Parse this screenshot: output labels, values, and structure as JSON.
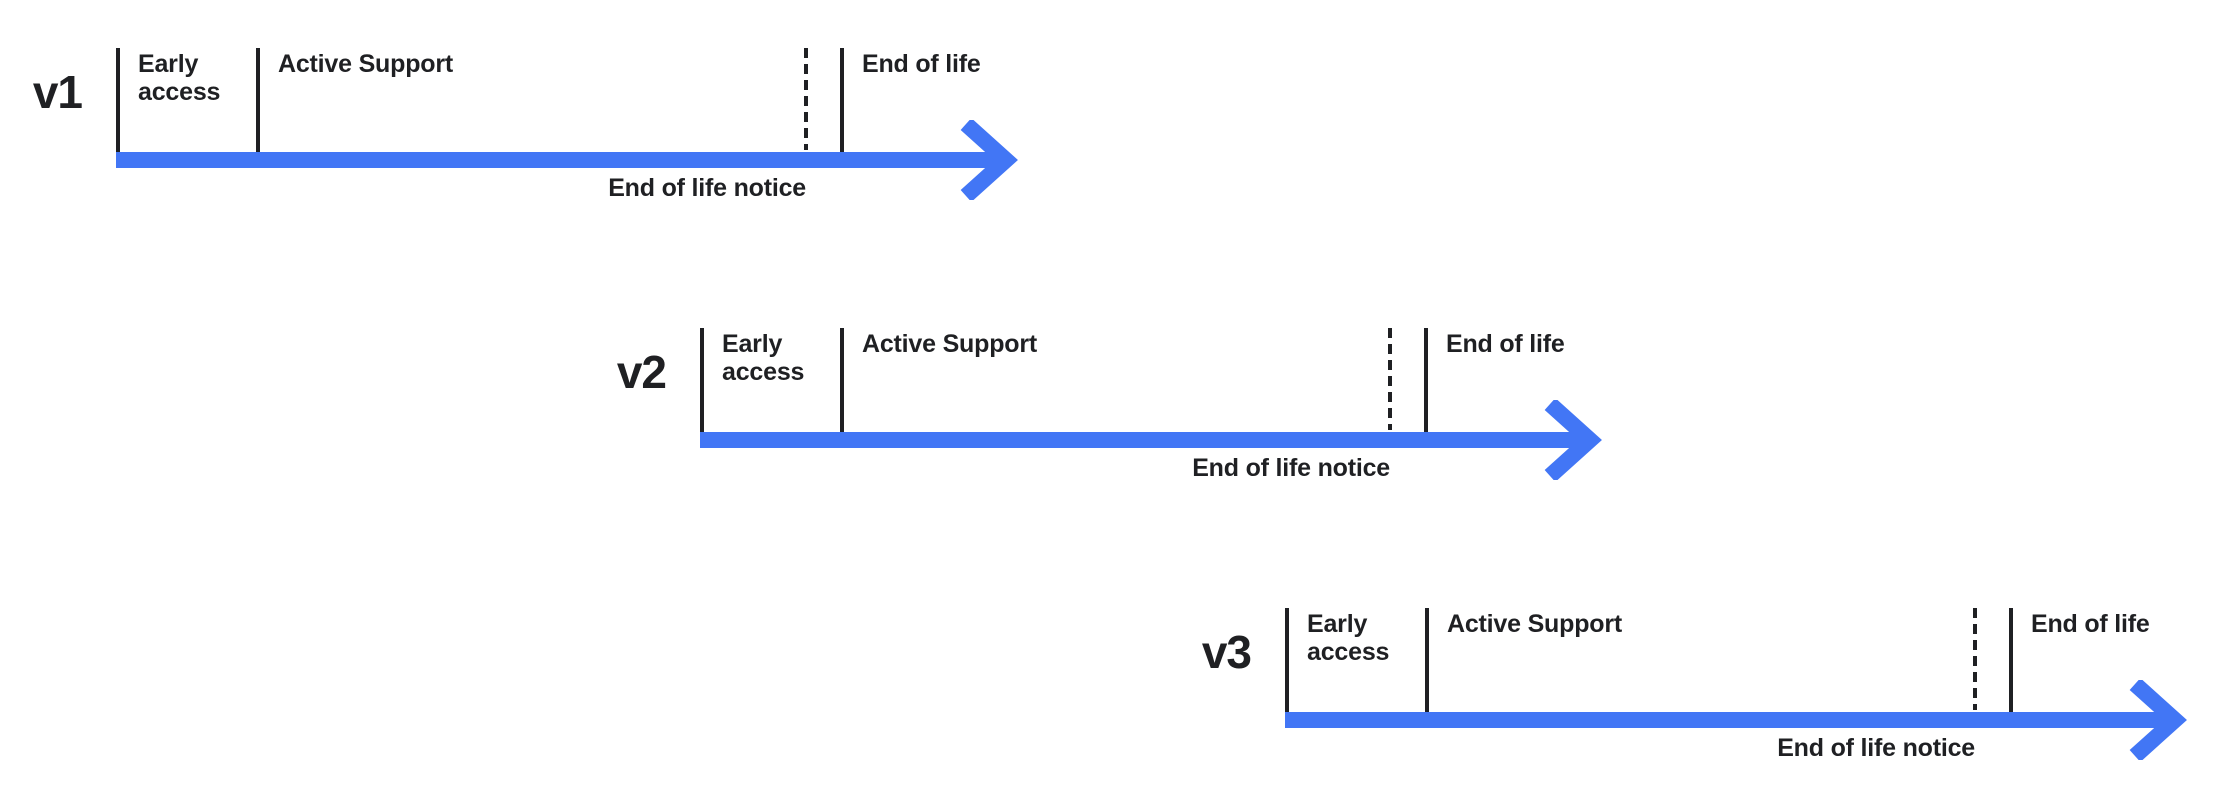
{
  "diagram": {
    "colors": {
      "arrow_blue": "#4276F5",
      "ink": "#1F2023"
    }
  },
  "timelines": [
    {
      "version": "v1",
      "labels": {
        "early_access": "Early access",
        "active_support": "Active Support",
        "end_of_life": "End of life",
        "end_of_life_notice": "End of life notice"
      }
    },
    {
      "version": "v2",
      "labels": {
        "early_access": "Early access",
        "active_support": "Active Support",
        "end_of_life": "End of life",
        "end_of_life_notice": "End of life notice"
      }
    },
    {
      "version": "v3",
      "labels": {
        "early_access": "Early access",
        "active_support": "Active Support",
        "end_of_life": "End of life",
        "end_of_life_notice": "End of life notice"
      }
    }
  ]
}
